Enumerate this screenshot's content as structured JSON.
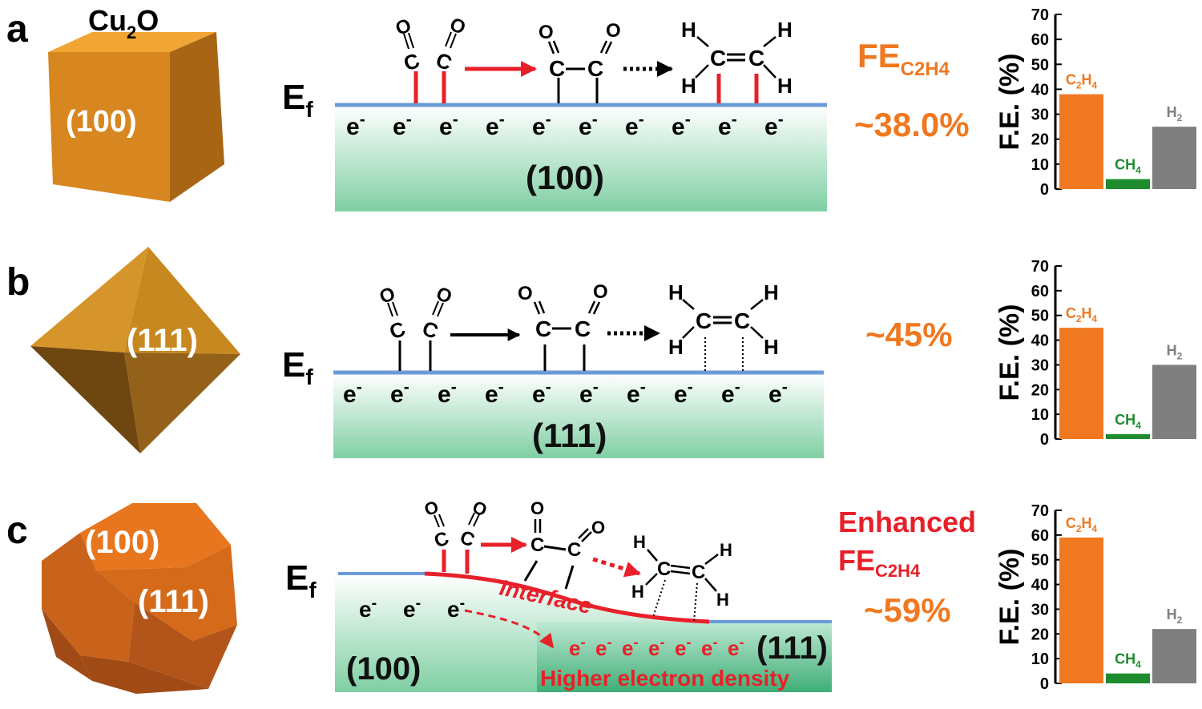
{
  "panels": [
    {
      "letter": "a",
      "crystal_title": "Cu2O",
      "crystal_facets": [
        "(100)"
      ],
      "fermi_label": "Ef",
      "electrons": [
        "e-",
        "e-",
        "e-",
        "e-",
        "e-",
        "e-",
        "e-",
        "e-",
        "e-",
        "e-"
      ],
      "surface_label": "(100)",
      "fe_label": "FEC2H4",
      "fe_value": "~38.0%",
      "chart": {
        "ylabel": "F.E. (%)",
        "ticks": [
          "0",
          "10",
          "20",
          "30",
          "40",
          "50",
          "60",
          "70"
        ],
        "bars": [
          {
            "label": "C2H4",
            "value": 38,
            "color": "#F07820"
          },
          {
            "label": "CH4",
            "value": 4,
            "color": "#1E8C2E"
          },
          {
            "label": "H2",
            "value": 25,
            "color": "#7F7F7F"
          }
        ]
      }
    },
    {
      "letter": "b",
      "crystal_facets": [
        "(111)"
      ],
      "fermi_label": "Ef",
      "electrons": [
        "e-",
        "e-",
        "e-",
        "e-",
        "e-",
        "e-",
        "e-",
        "e-",
        "e-",
        "e-"
      ],
      "surface_label": "(111)",
      "fe_value": "~45%",
      "chart": {
        "ylabel": "F.E. (%)",
        "ticks": [
          "0",
          "10",
          "20",
          "30",
          "40",
          "50",
          "60",
          "70"
        ],
        "bars": [
          {
            "label": "C2H4",
            "value": 45,
            "color": "#F07820"
          },
          {
            "label": "CH4",
            "value": 2,
            "color": "#1E8C2E"
          },
          {
            "label": "H2",
            "value": 30,
            "color": "#7F7F7F"
          }
        ]
      }
    },
    {
      "letter": "c",
      "crystal_facets": [
        "(100)",
        "(111)"
      ],
      "fermi_label": "Ef",
      "electrons_left": [
        "e-",
        "e-",
        "e-"
      ],
      "electrons_right": [
        "e-",
        "e-",
        "e-",
        "e-",
        "e-",
        "e-",
        "e-"
      ],
      "interface_label": "Interface",
      "left_surface_label": "(100)",
      "right_surface_label": "(111)",
      "density_label": "Higher electron density",
      "fe_label_line1": "Enhanced",
      "fe_label_line2": "FEC2H4",
      "fe_value": "~59%",
      "chart": {
        "ylabel": "F.E. (%)",
        "ticks": [
          "0",
          "10",
          "20",
          "30",
          "40",
          "50",
          "60",
          "70"
        ],
        "bars": [
          {
            "label": "C2H4",
            "value": 59,
            "color": "#F07820"
          },
          {
            "label": "CH4",
            "value": 4,
            "color": "#1E8C2E"
          },
          {
            "label": "H2",
            "value": 22,
            "color": "#7F7F7F"
          }
        ]
      }
    }
  ],
  "colors": {
    "accent_orange": "#F07820",
    "highlight_red": "#E8202A",
    "fermi_blue": "#6A9BD8",
    "surface_green": "#8CD3AE",
    "ch4_green": "#1E8C2E",
    "h2_gray": "#7F7F7F"
  },
  "chart_data": [
    {
      "type": "bar",
      "ylabel": "F.E. (%)",
      "ylim": [
        0,
        70
      ],
      "categories": [
        "C2H4",
        "CH4",
        "H2"
      ],
      "values": [
        38,
        4,
        25
      ]
    },
    {
      "type": "bar",
      "ylabel": "F.E. (%)",
      "ylim": [
        0,
        70
      ],
      "categories": [
        "C2H4",
        "CH4",
        "H2"
      ],
      "values": [
        45,
        2,
        30
      ]
    },
    {
      "type": "bar",
      "ylabel": "F.E. (%)",
      "ylim": [
        0,
        70
      ],
      "categories": [
        "C2H4",
        "CH4",
        "H2"
      ],
      "values": [
        59,
        4,
        22
      ]
    }
  ]
}
